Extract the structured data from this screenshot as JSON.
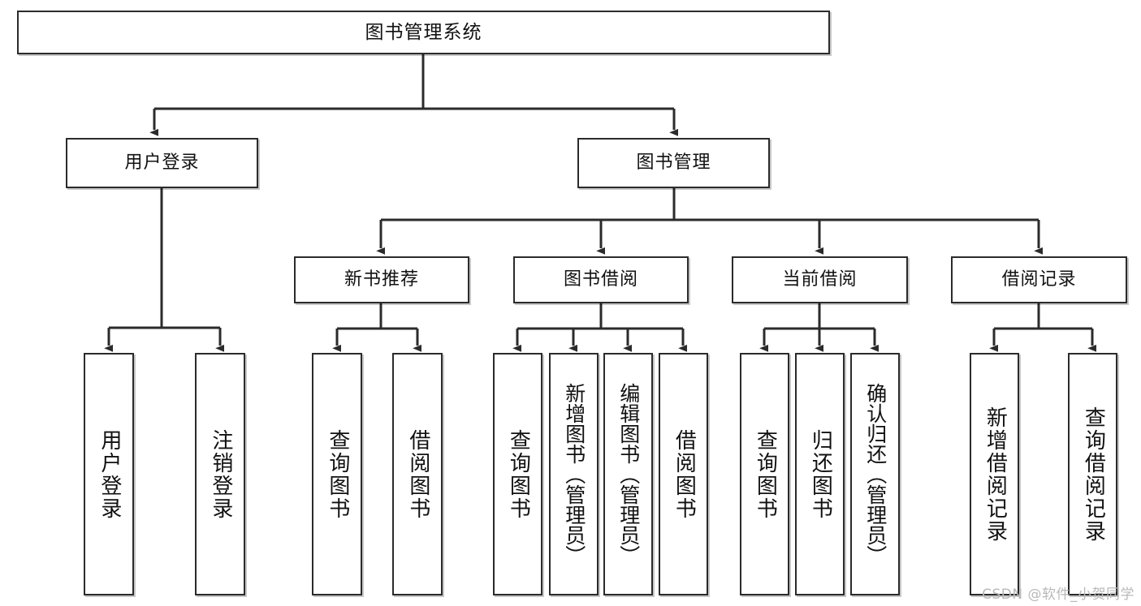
{
  "diagram": {
    "kind": "functional-structure-tree",
    "title": "图书管理系统",
    "watermark": "CSDN @软件_小贺同学",
    "colors": {
      "box_border": "#2b2b2b",
      "box_fill": "#ffffff",
      "connector": "#2b2b2b",
      "text": "#111111",
      "watermark": "#b9b9b9",
      "page_background": "#ffffff"
    },
    "nodes": {
      "root": {
        "label": "图书管理系统"
      },
      "level2": [
        {
          "label": "用户登录"
        },
        {
          "label": "图书管理"
        }
      ],
      "level3": [
        {
          "label": "新书推荐"
        },
        {
          "label": "图书借阅"
        },
        {
          "label": "当前借阅"
        },
        {
          "label": "借阅记录"
        }
      ],
      "leaves": {
        "user_login": [
          {
            "label": "用户登录"
          },
          {
            "label": "注销登录"
          }
        ],
        "new_book_recommend": [
          {
            "label": "查询图书"
          },
          {
            "label": "借阅图书"
          }
        ],
        "book_borrow": [
          {
            "label": "查询图书"
          },
          {
            "label": "新增图书（管理员）"
          },
          {
            "label": "编辑图书（管理员）"
          },
          {
            "label": "借阅图书"
          }
        ],
        "current_borrow": [
          {
            "label": "查询图书"
          },
          {
            "label": "归还图书"
          },
          {
            "label": "确认归还（管理员）"
          }
        ],
        "borrow_record": [
          {
            "label": "新增借阅记录"
          },
          {
            "label": "查询借阅记录"
          }
        ]
      }
    }
  }
}
